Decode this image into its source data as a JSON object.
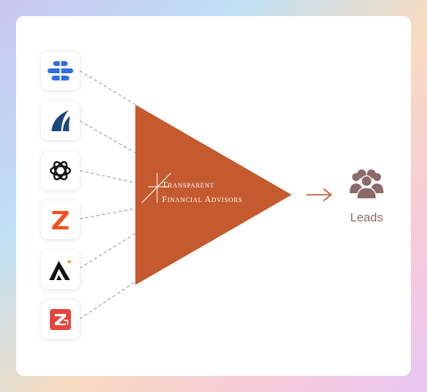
{
  "brand": {
    "name_line1": "Transparent",
    "name_line2": "Financial Advisors"
  },
  "sources": [
    {
      "icon": "stacked-bars-logo-icon",
      "color": "#2f6fe8"
    },
    {
      "icon": "sail-logo-icon",
      "color": "#1b4a7a"
    },
    {
      "icon": "openai-logo-icon",
      "color": "#111111"
    },
    {
      "icon": "z-logo-icon",
      "color": "#f0541e"
    },
    {
      "icon": "a-logo-icon",
      "color": "#111111"
    },
    {
      "icon": "square-z-logo-icon",
      "color": "#e8433a"
    }
  ],
  "output": {
    "label": "Leads",
    "icon": "people-group-icon"
  },
  "colors": {
    "funnel": "#c45a2e",
    "arrow": "#c45a2e",
    "leads_icon": "#8a6a6a",
    "connector": "#9a9a9a"
  }
}
